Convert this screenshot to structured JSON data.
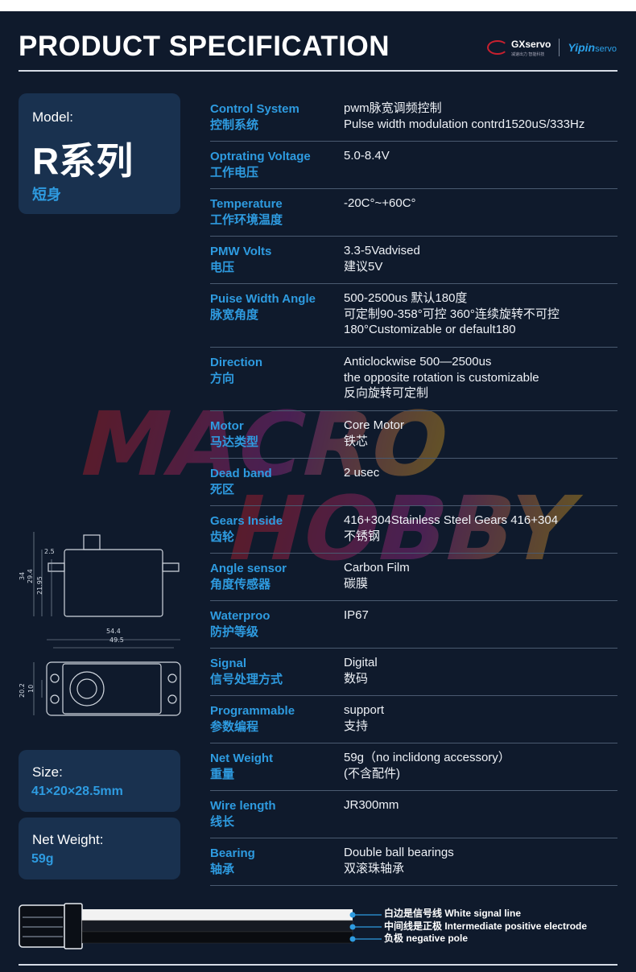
{
  "header": {
    "title": "PRODUCT SPECIFICATION",
    "logo_gx": "GXservo",
    "logo_gx_sub": "减速出力 智能科技",
    "logo_yp_main": "Yipin",
    "logo_yp_suffix": "servo"
  },
  "model": {
    "label": "Model:",
    "name": "R系列",
    "subtitle": "短身"
  },
  "size": {
    "label": "Size:",
    "value": "41×20×28.5mm"
  },
  "weight": {
    "label": "Net Weight:",
    "value": "59g"
  },
  "specs": [
    {
      "en": "Control System",
      "cn": "控制系统",
      "v1": "pwm脉宽调频控制",
      "v2": "Pulse width modulation contrd1520uS/333Hz",
      "v3": ""
    },
    {
      "en": "Optrating Voltage",
      "cn": "工作电压",
      "v1": "5.0-8.4V",
      "v2": "",
      "v3": ""
    },
    {
      "en": "Temperature",
      "cn": "工作环境温度",
      "v1": "-20C°~+60C°",
      "v2": "",
      "v3": ""
    },
    {
      "en": "PMW Volts",
      "cn": "电压",
      "v1": "3.3-5Vadvised",
      "v2": "建议5V",
      "v3": ""
    },
    {
      "en": "Puise Width Angle",
      "cn": "脉宽角度",
      "v1": "500-2500us 默认180度",
      "v2": "可定制90-358°可控 360°连续旋转不可控",
      "v3": "180°Customizable or default180"
    },
    {
      "en": "Direction",
      "cn": "方向",
      "v1": "Anticlockwise 500—2500us",
      "v2": "the opposite rotation is customizable",
      "v3": "反向旋转可定制"
    },
    {
      "en": "Motor",
      "cn": "马达类型",
      "v1": "Core Motor",
      "v2": "铁芯",
      "v3": ""
    },
    {
      "en": "Dead band",
      "cn": "死区",
      "v1": "2 usec",
      "v2": "",
      "v3": ""
    },
    {
      "en": "Gears Inside",
      "cn": "齿轮",
      "v1": "416+304Stainless Steel Gears 416+304",
      "v2": "不锈钢",
      "v3": ""
    },
    {
      "en": "Angle sensor",
      "cn": "角度传感器",
      "v1": "Carbon Film",
      "v2": "碳膜",
      "v3": ""
    },
    {
      "en": "Waterproo",
      "cn": "防护等级",
      "v1": "IP67",
      "v2": "",
      "v3": ""
    },
    {
      "en": "Signal",
      "cn": "信号处理方式",
      "v1": "Digital",
      "v2": "数码",
      "v3": ""
    },
    {
      "en": "Programmable",
      "cn": "参数编程",
      "v1": "support",
      "v2": "支持",
      "v3": ""
    },
    {
      "en": "Net Weight",
      "cn": "重量",
      "v1": "59g（no inclidong accessory）",
      "v2": "(不含配件)",
      "v3": ""
    },
    {
      "en": "Wire length",
      "cn": "线长",
      "v1": "JR300mm",
      "v2": "",
      "v3": ""
    },
    {
      "en": "Bearing",
      "cn": "轴承",
      "v1": "Double ball bearings",
      "v2": "双滚珠轴承",
      "v3": ""
    }
  ],
  "drawing": {
    "dim_top": "2.5",
    "dim_h1": "34",
    "dim_h2": "29.4",
    "dim_h3": "21.95",
    "dim_w1": "54.4",
    "dim_w2": "49.5",
    "dim_side1": "20.2",
    "dim_side2": "10"
  },
  "watermark": {
    "line1": "MACRO",
    "line2": "HOBBY"
  },
  "cable": {
    "white": "白边是信号线 White signal line",
    "middle": "中间线是正极 Intermediate positive electrode",
    "negative": "负极 negative pole"
  },
  "colors": {
    "background": "#0f1a2c",
    "card": "#19314f",
    "accent": "#2e9be0"
  }
}
